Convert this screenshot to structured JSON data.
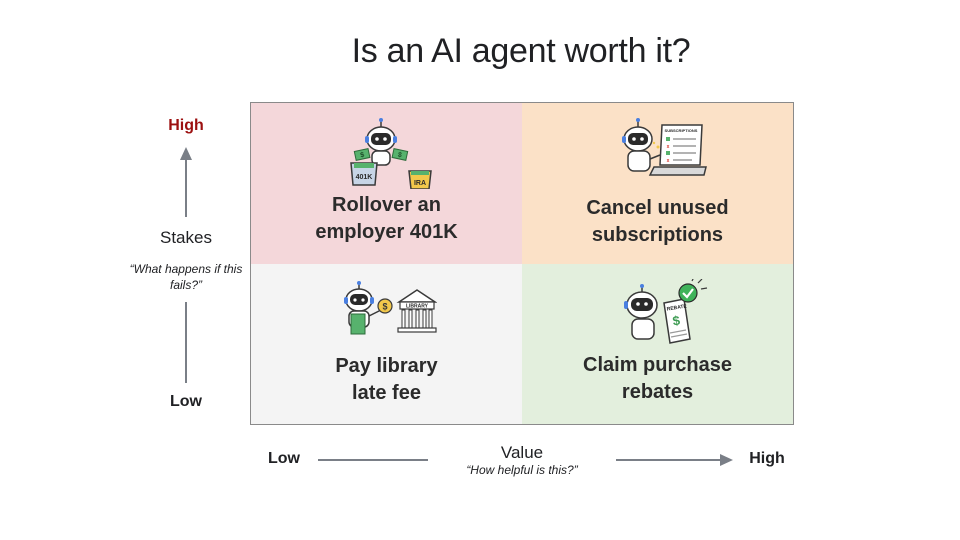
{
  "title": "Is an AI agent worth it?",
  "y_axis": {
    "title": "Stakes",
    "subtitle": "“What happens if this fails?”",
    "high": "High",
    "low": "Low"
  },
  "x_axis": {
    "title": "Value",
    "subtitle": "“How helpful is this?”",
    "low": "Low",
    "high": "High"
  },
  "quadrants": {
    "top_left": {
      "label": "Rollover an\nemployer 401K",
      "icon": "robot-moving-money-icon",
      "jar_labels": [
        "401K",
        "IRA"
      ],
      "color": "#f4d7da"
    },
    "top_right": {
      "label": "Cancel unused\nsubscriptions",
      "icon": "robot-laptop-icon",
      "screen_label": "SUBSCRIPTIONS",
      "color": "#fbe1c7"
    },
    "bottom_left": {
      "label": "Pay library\nlate fee",
      "icon": "robot-library-icon",
      "building_label": "LIBRARY",
      "color": "#f4f4f4"
    },
    "bottom_right": {
      "label": "Claim purchase\nrebates",
      "icon": "robot-rebate-icon",
      "receipt_label": "REBATE",
      "color": "#e3efdd"
    }
  },
  "colors": {
    "high_label": "#9c1010",
    "axis_line": "#7a7f87"
  }
}
